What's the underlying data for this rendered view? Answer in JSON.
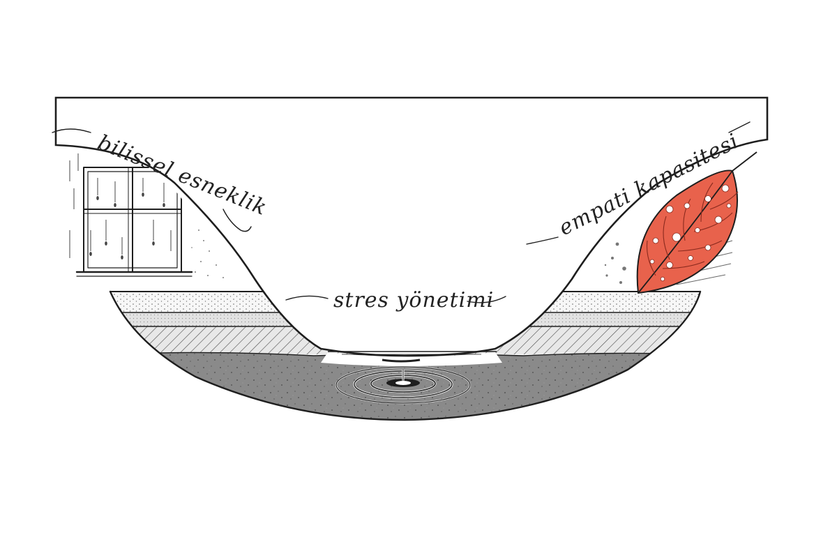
{
  "labels": {
    "left": "bilissel esneklik",
    "center": "stres yönetimi",
    "right": "empati kapasitesi"
  },
  "colors": {
    "ink": "#1e1e1e",
    "leaf": "#e8624c",
    "leaf_vein": "#b8392a",
    "water": "#7a7a7a",
    "hatch_band": "#c9c9c9",
    "dotted_band": "#f4f4f4",
    "background": "#ffffff"
  },
  "icons": [
    "window-icon",
    "leaf-icon",
    "ripple-icon"
  ]
}
